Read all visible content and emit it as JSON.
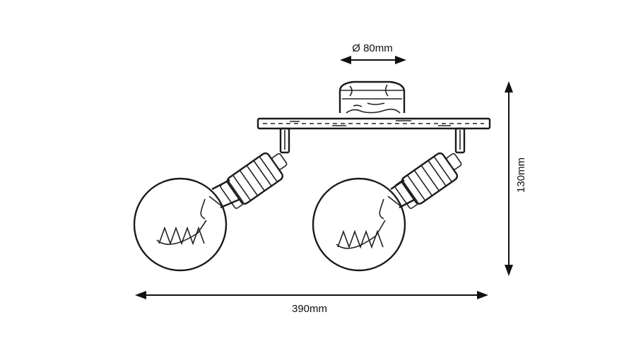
{
  "dimensions": {
    "diameter_label": "Ø 80mm",
    "width_label": "390mm",
    "height_label": "130mm"
  },
  "colors": {
    "ink": "#222222",
    "background": "#ffffff"
  }
}
